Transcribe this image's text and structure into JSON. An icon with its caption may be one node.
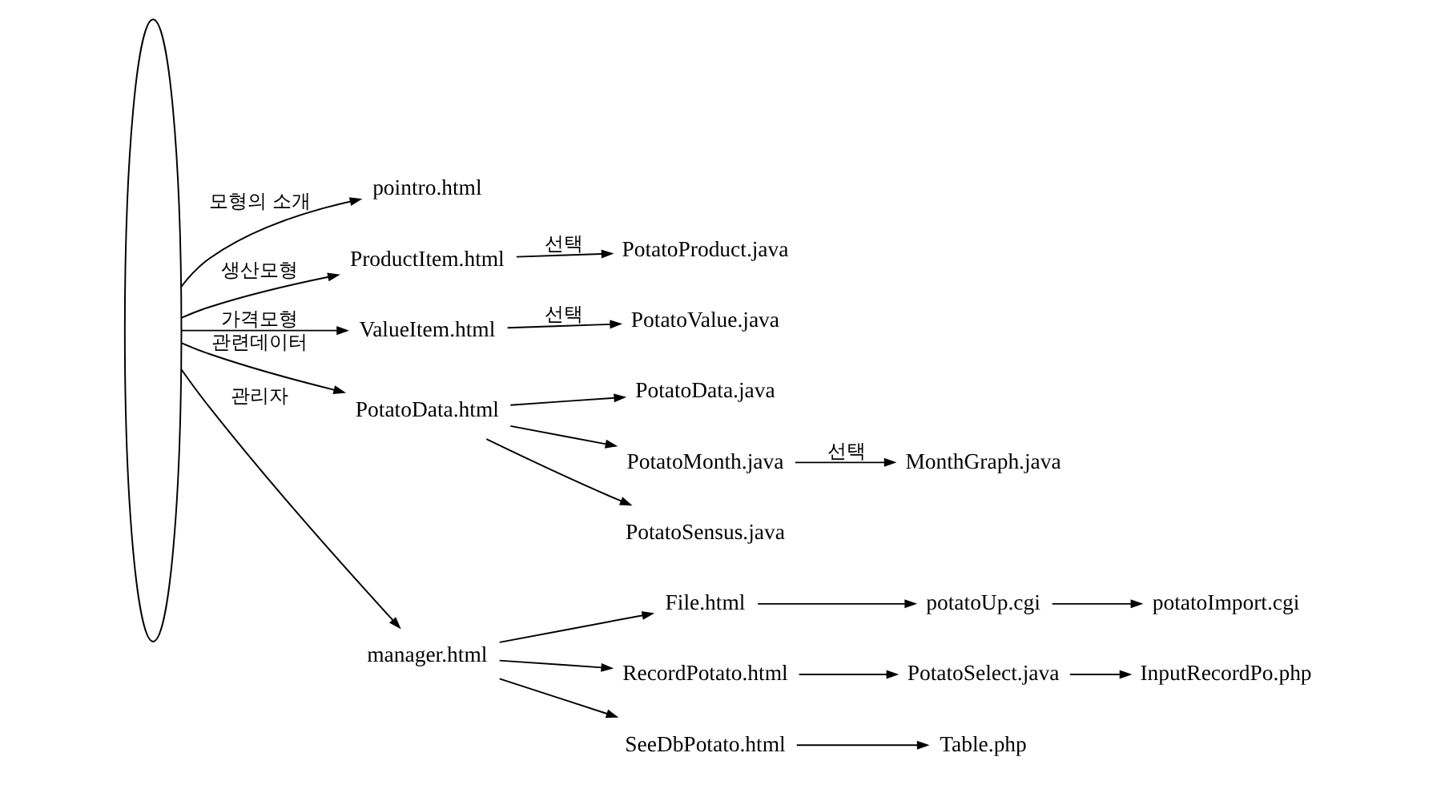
{
  "diagram": {
    "nodes": [
      {
        "text": [],
        "shape": "ellipse"
      },
      {
        "text": [
          "pointro.html"
        ]
      },
      {
        "text": [
          "ProductItem.html"
        ]
      },
      {
        "text": [
          "PotatoProduct.java"
        ]
      },
      {
        "text": [
          "ValueItem.html"
        ]
      },
      {
        "text": [
          "PotatoValue.java"
        ]
      },
      {
        "text": [
          "PotatoData.html"
        ]
      },
      {
        "text": [
          "PotatoData.java"
        ]
      },
      {
        "text": [
          "PotatoMonth.java"
        ]
      },
      {
        "text": [
          "MonthGraph.java"
        ]
      },
      {
        "text": [
          "PotatoSensus.java"
        ]
      },
      {
        "text": [
          "manager.html"
        ]
      },
      {
        "text": [
          "File.html"
        ]
      },
      {
        "text": [
          "potatoUp.cgi"
        ]
      },
      {
        "text": [
          "potatoImport.cgi"
        ]
      },
      {
        "text": [
          "RecordPotato.html"
        ]
      },
      {
        "text": [
          "PotatoSelect.java"
        ]
      },
      {
        "text": [
          "InputRecordPo.php"
        ]
      },
      {
        "text": [
          "SeeDbPotato.html"
        ]
      },
      {
        "text": [
          "Table.php"
        ]
      }
    ],
    "edges": [
      {
        "from": 0,
        "to": 1,
        "arrow": "to",
        "label": "모형의 소개"
      },
      {
        "from": 0,
        "to": 2,
        "arrow": "to",
        "label": "생산모형"
      },
      {
        "from": 2,
        "to": 3,
        "arrow": "to",
        "label": "선택"
      },
      {
        "from": 0,
        "to": 4,
        "arrow": "to",
        "label": "가격모형"
      },
      {
        "from": 4,
        "to": 5,
        "arrow": "to",
        "label": "선택"
      },
      {
        "from": 0,
        "to": 6,
        "arrow": "to",
        "label": "관련데이터"
      },
      {
        "from": 6,
        "to": 7,
        "arrow": "to"
      },
      {
        "from": 6,
        "to": 8,
        "arrow": "to"
      },
      {
        "from": 8,
        "to": 9,
        "arrow": "to",
        "label": "선택"
      },
      {
        "from": 6,
        "to": 10,
        "arrow": "to"
      },
      {
        "from": 0,
        "to": 11,
        "arrow": "to",
        "label": "관리자"
      },
      {
        "from": 11,
        "to": 12,
        "arrow": "to"
      },
      {
        "from": 12,
        "to": 13,
        "arrow": "to"
      },
      {
        "from": 13,
        "to": 14,
        "arrow": "to"
      },
      {
        "from": 11,
        "to": 15,
        "arrow": "to"
      },
      {
        "from": 15,
        "to": 16,
        "arrow": "to"
      },
      {
        "from": 16,
        "to": 17,
        "arrow": "to"
      },
      {
        "from": 11,
        "to": 18,
        "arrow": "to"
      },
      {
        "from": 18,
        "to": 19,
        "arrow": "to"
      }
    ]
  }
}
